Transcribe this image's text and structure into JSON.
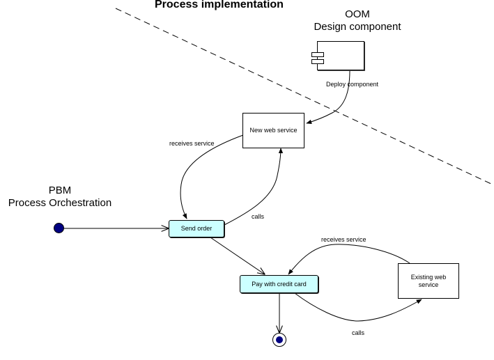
{
  "title": "Process implementation",
  "oom": {
    "line1": "OOM",
    "line2": "Design component"
  },
  "pbm": {
    "line1": "PBM",
    "line2": "Process Orchestration"
  },
  "nodes": {
    "new_web_service": "New web service",
    "send_order": "Send order",
    "pay_with_credit_card": "Pay with credit card",
    "existing_web_service": "Existing web service"
  },
  "edge_labels": {
    "deploy_component": "Deploy component",
    "receives_service_1": "receives service",
    "calls_1": "calls",
    "receives_service_2": "receives service",
    "calls_2": "calls"
  },
  "colors": {
    "activity_fill": "#ccffff",
    "state_fill": "#000080",
    "line": "#000000"
  },
  "icons": {
    "component": "component-icon",
    "start": "initial-state-icon",
    "end": "final-state-icon"
  }
}
